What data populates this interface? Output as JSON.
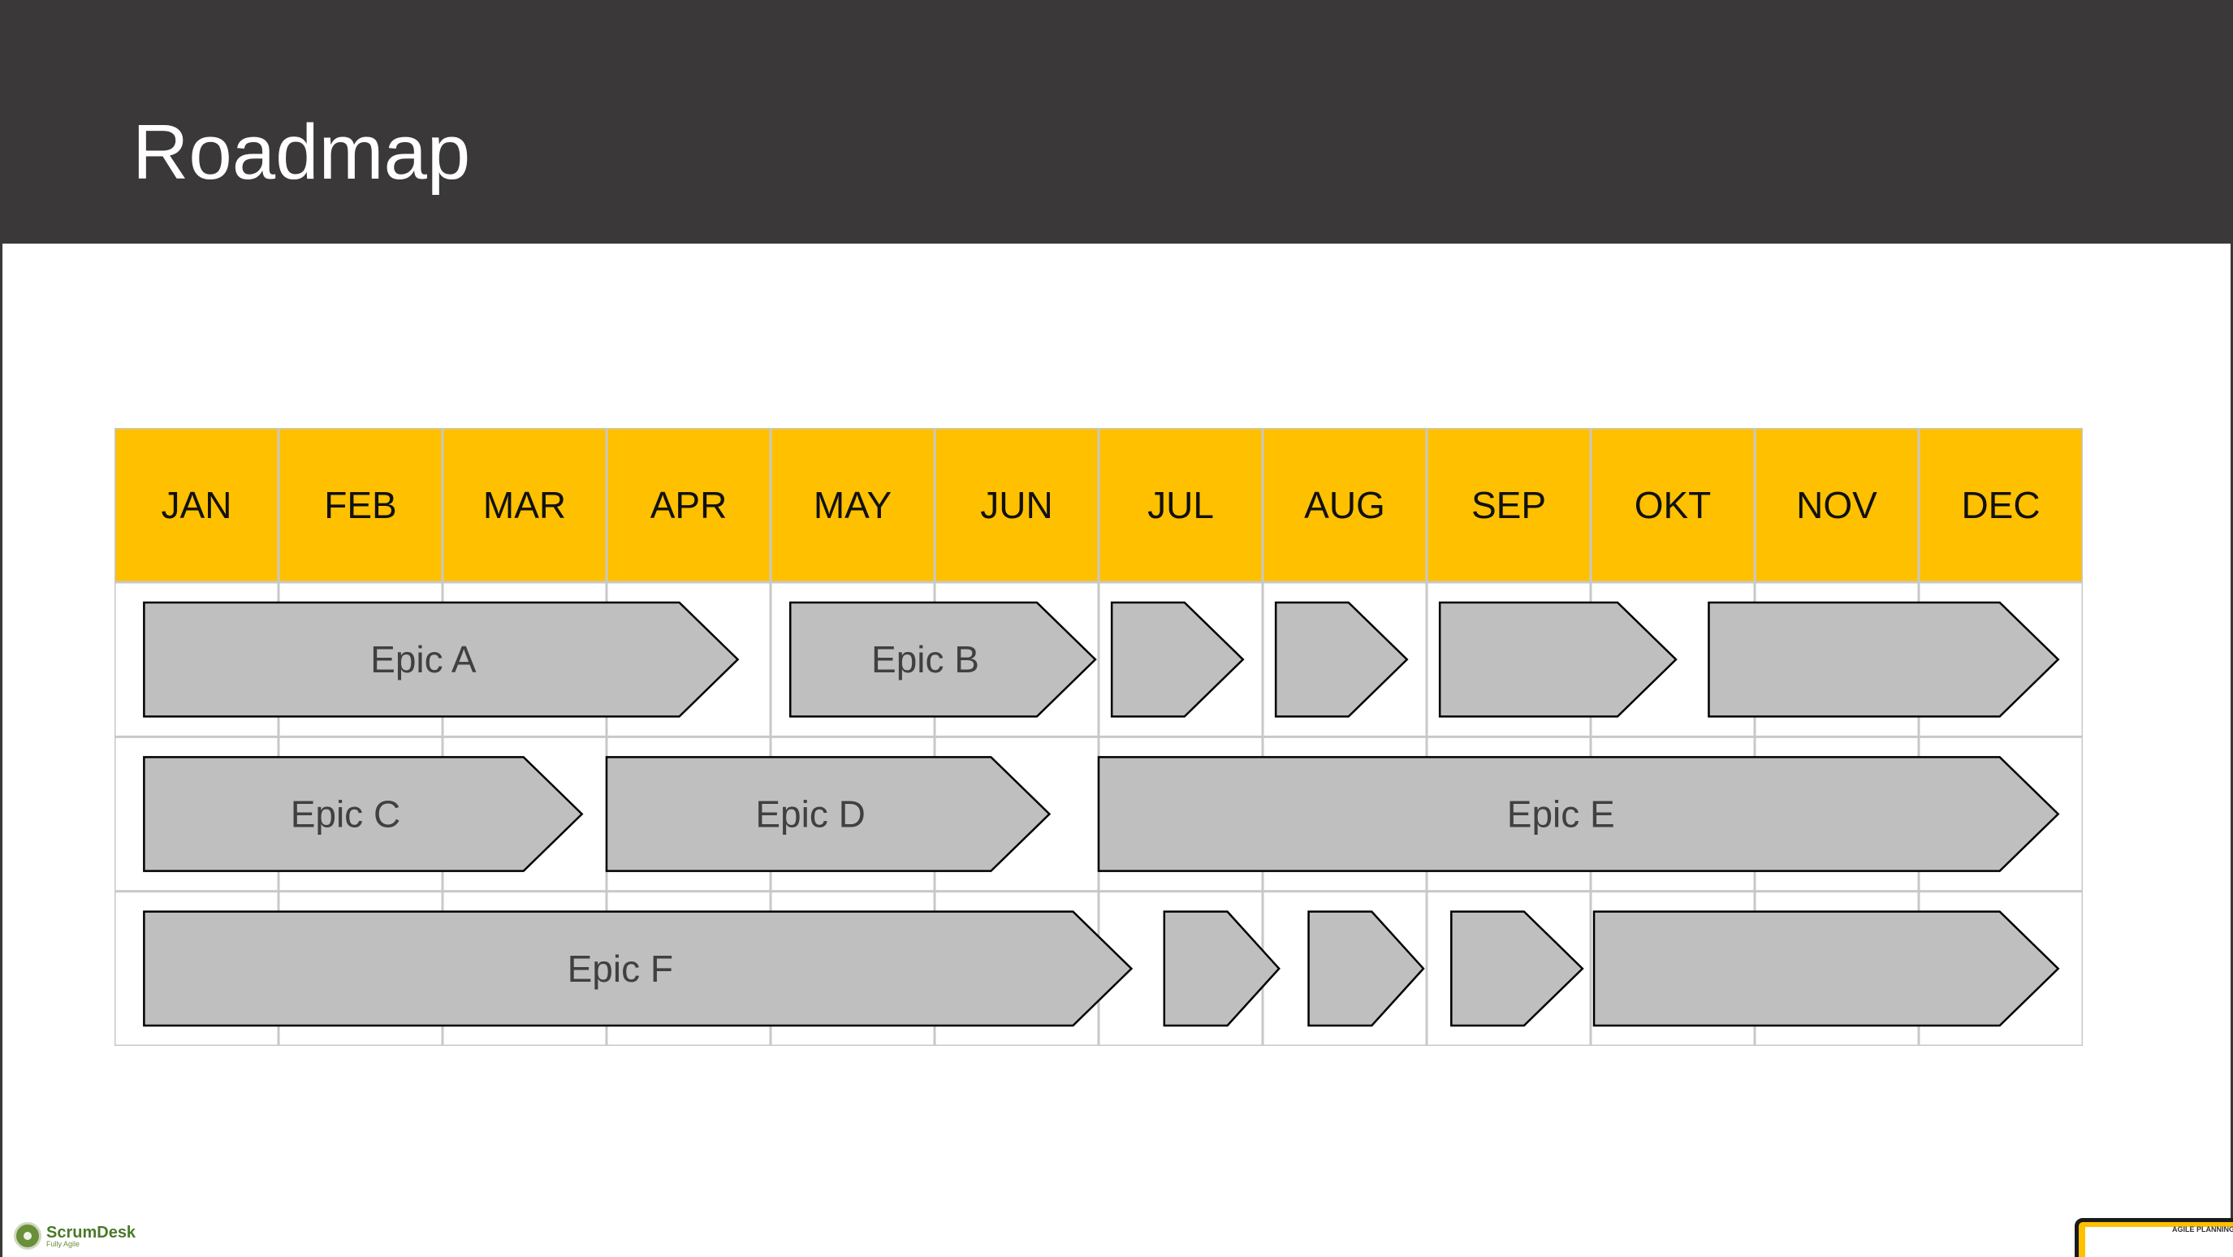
{
  "slide": {
    "title": "Roadmap"
  },
  "colors": {
    "header_bg": "#3a3839",
    "month_header_bg": "#ffc000",
    "grid_line": "#c8c8c8",
    "epic_fill": "#bfbfbf",
    "epic_stroke": "#000000",
    "epic_text": "#404040"
  },
  "roadmap": {
    "months": [
      "JAN",
      "FEB",
      "MAR",
      "APR",
      "MAY",
      "JUN",
      "JUL",
      "AUG",
      "SEP",
      "OKT",
      "NOV",
      "DEC"
    ],
    "rows": [
      {
        "epics": [
          {
            "label": "Epic A",
            "start": 0.18,
            "end": 3.8
          },
          {
            "label": "Epic B",
            "start": 4.12,
            "end": 5.98
          },
          {
            "label": "",
            "start": 6.08,
            "end": 6.88
          },
          {
            "label": "",
            "start": 7.08,
            "end": 7.88
          },
          {
            "label": "",
            "start": 8.08,
            "end": 9.52
          },
          {
            "label": "",
            "start": 9.72,
            "end": 11.85
          }
        ]
      },
      {
        "epics": [
          {
            "label": "Epic C",
            "start": 0.18,
            "end": 2.85
          },
          {
            "label": "Epic D",
            "start": 3.0,
            "end": 5.7
          },
          {
            "label": "Epic E",
            "start": 6.0,
            "end": 11.85
          }
        ]
      },
      {
        "epics": [
          {
            "label": "Epic F",
            "start": 0.18,
            "end": 6.2
          },
          {
            "label": "",
            "start": 6.4,
            "end": 7.1
          },
          {
            "label": "",
            "start": 7.28,
            "end": 7.98
          },
          {
            "label": "",
            "start": 8.15,
            "end": 8.95
          },
          {
            "label": "",
            "start": 9.02,
            "end": 11.85
          }
        ]
      }
    ]
  },
  "logo": {
    "name": "ScrumDesk",
    "tagline": "Fully Agile"
  },
  "thumbnail": {
    "title": "AGILE PLANNING"
  }
}
